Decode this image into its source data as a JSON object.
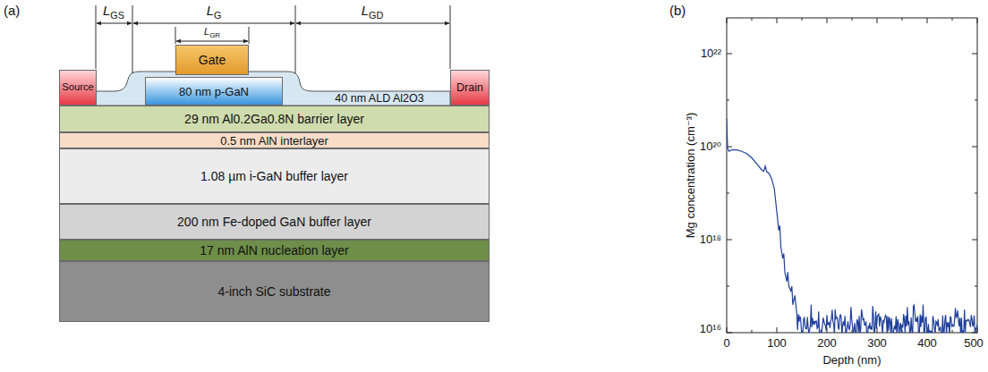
{
  "diagram": {
    "nodes": [
      {
        "text": [
          "Source"
        ]
      },
      {
        "text": [
          "Gate"
        ]
      },
      {
        "text": [
          "80 nm p-GaN"
        ]
      },
      {
        "text": [
          "40 nm ALD Al2O3"
        ]
      },
      {
        "text": [
          "Drain"
        ]
      },
      {
        "text": [
          "29 nm Al0.2Ga0.8N barrier layer"
        ]
      },
      {
        "text": [
          "0.5 nm AlN interlayer"
        ]
      },
      {
        "text": [
          "1.08 µm i-GaN buffer layer"
        ]
      },
      {
        "text": [
          "200 nm Fe-doped GaN buffer layer"
        ]
      },
      {
        "text": [
          "17 nm AlN nucleation layer"
        ]
      },
      {
        "text": [
          "4-inch SiC substrate"
        ]
      }
    ],
    "labels": [
      "(a)",
      "LGS",
      "LG",
      "LGR",
      "LGD",
      "(b)",
      "Mg concentration (cm⁻³)",
      "10²²",
      "10²⁰",
      "10¹⁸",
      "10¹⁶",
      "0",
      "100",
      "200",
      "300",
      "400",
      "500",
      "Depth (nm)"
    ]
  }
}
